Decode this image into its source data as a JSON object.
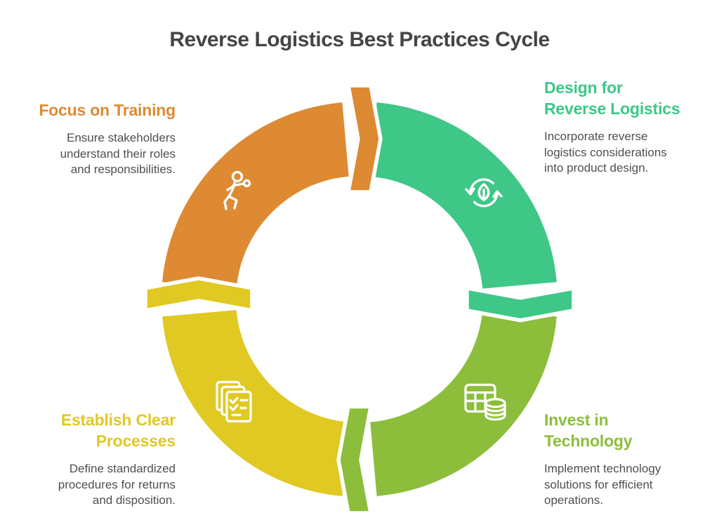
{
  "title": "Reverse Logistics Best Practices Cycle",
  "title_color": "#454545",
  "body_text_color": "#4F4F4F",
  "background_color": "#FFFFFF",
  "steps": [
    {
      "heading": "Focus on Training",
      "body": "Ensure stakeholders\nunderstand their roles\nand responsibilities.",
      "color": "#DD8A33",
      "icon": "training-person-icon",
      "position": "top-left"
    },
    {
      "heading": "Design for\nReverse Logistics",
      "body": "Incorporate reverse\nlogistics considerations\ninto product design.",
      "color": "#3EC787",
      "icon": "leaf-recycle-icon",
      "position": "top-right"
    },
    {
      "heading": "Invest in\nTechnology",
      "body": "Implement technology\nsolutions for efficient\noperations.",
      "color": "#8CBE3B",
      "icon": "data-table-database-icon",
      "position": "bottom-right"
    },
    {
      "heading": "Establish Clear\nProcesses",
      "body": "Define standardized\nprocedures for returns\nand disposition.",
      "color": "#E0C922",
      "icon": "checklist-documents-icon",
      "position": "bottom-left"
    }
  ]
}
